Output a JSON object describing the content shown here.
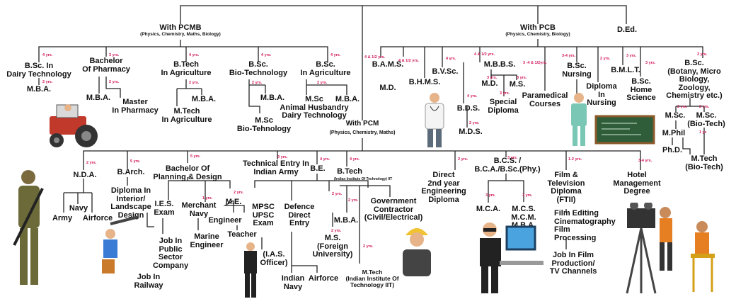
{
  "colors": {
    "line": "#222222",
    "duration": "#d1175b",
    "text": "#111111"
  },
  "pcmb": {
    "title": "With PCMB",
    "subtitle": "(Physics, Chemistry, Maths, Biology)"
  },
  "pcb": {
    "title": "With PCB",
    "subtitle": "(Physics, Chemistry, Biology)"
  },
  "pcm": {
    "title": "With PCM",
    "subtitle": "(Physics, Chemistry, Maths)"
  },
  "ded": "D.Ed.",
  "yrs": {
    "y4": "4 yrs.",
    "y3": "3 yrs.",
    "y2": "2 yrs.",
    "y5": "5 yrs.",
    "y1": "1 yrs.",
    "y1b": "1 yr.",
    "y45": "4 & 1/2 yrs.",
    "y4512": "4 & 1/2 yrs.",
    "y3412": "3 -4 & 1/2yrs.",
    "y34": "3-4 yrs.",
    "y12": "1-2 yrs.",
    "y34b": "3-4 yrs."
  },
  "nodes": {
    "bsc_dairy": "B.Sc. In\nDairy Technology",
    "mba_dairy": "M.B.A.",
    "bpharm": "Bachelor\nOf Pharmacy",
    "mba_pharm": "M.B.A.",
    "mpharm": "Master\nIn Pharmacy",
    "btech_agri": "B.Tech\nIn Agriculture",
    "mtech_agri": "M.Tech\nIn Agriculture",
    "mba_agri": "M.B.A.",
    "bsc_biotech": "B.Sc.\nBio-Technology",
    "mba_biotech": "M.B.A.",
    "msc_biotech": "M.Sc\nBio-Tehnology",
    "bsc_agri": "B.Sc.\nIn Agriculture",
    "msc_animal": "M.Sc\nAnimal Husbandry\nDairy Technology",
    "mba_bscagri": "M.B.A.",
    "bams": "B.A.M.S.",
    "md_bams": "M.D.",
    "bhms": "B.H.M.S.",
    "bvsc": "B.V.Sc.",
    "mbbs": "M.B.B.S.",
    "md_mbbs": "M.D.",
    "ms_mbbs": "M.S.",
    "special_diploma": "Special\nDiploma",
    "bds": "B.D.S.",
    "mds": "M.D.S.",
    "paramedical": "Paramedical\nCourses",
    "bsc_nursing": "B.Sc.\nNursing",
    "diploma_nursing": "Diploma\nIn\nNursing",
    "bmlt": "B.M.L.T.",
    "bsc_homesci": "B.Sc.\nHome\nScience",
    "bsc_botany": "B.Sc.\n(Botany, Micro Biology,\nZoology,\nChemistry etc.)",
    "msc_bot": "M.Sc.",
    "msc_biotech2": "M.Sc.\n(Bio-Tech)",
    "mphil": "M.Phil",
    "phd": "Ph.D.",
    "mtech_biotech": "M.Tech\n(Bio-Tech)",
    "nda": "N.D.A.",
    "navy": "Navy",
    "army": "Army",
    "airforce": "Airforce",
    "barch": "B.Arch.",
    "diploma_interior": "Diploma In\nInterior/\nLandscape\nDesign",
    "bplan": "Bachelor Of\nPlanning & Design",
    "ies": "I.E.S.\nExam",
    "job_railway": "Job In\nRailway",
    "merchant_navy": "Merchant\nNavy",
    "marine_engineer": "Marine\nEngineer",
    "job_public": "Job In\nPublic\nSector\nCompany",
    "me": "M.E.",
    "engineer": "Engineer",
    "teacher": "Teacher",
    "tech_army": "Technical Entry In\nIndian Army",
    "mpsc": "MPSC\nUPSC\nExam",
    "ias": "(I.A.S.\nOfficer)",
    "be": "B.E.",
    "defence": "Defence\nDirect\nEntry",
    "indian_navy": "Indian\nNavy",
    "airforce2": "Airforce",
    "btech_iit": "B.Tech",
    "btech_iit_sub": "(Indian Institute Of Technology) IIT",
    "mba_iit": "M.B.A.",
    "ms_foreign": "M.S.\n(Foreign\nUniversity)",
    "govt_contractor": "Government\nContractor\n(Civil/Electrical)",
    "mtech_iit": "M.Tech\n(Indian Institute Of\nTechnology IIT)",
    "direct_diploma": "Direct\n2nd year\nEngineering\nDiploma",
    "bcs": "B.C.S. /\nB.C.A./B.Sc.(Phy.)",
    "mca": "M.C.A.",
    "mcs": "M.C.S.\nM.C.M.\nM.B.A.",
    "film": "Film &\nTelevision\nDiploma\n(FTII)",
    "film_editing": "Film Editing\nCinematography\nFilm Processing",
    "job_film": "Job In Film\nProduction/\nTV Channels",
    "hotel": "Hotel\nManagement\nDegree"
  }
}
